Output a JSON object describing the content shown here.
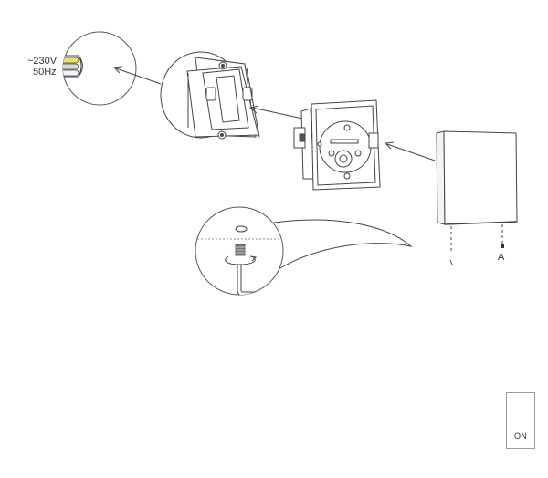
{
  "labels": {
    "voltage": "~230V",
    "frequency": "50Hz",
    "point_a": "A"
  },
  "status": {
    "icon": "lightning-bolt-icon",
    "state": "ON"
  }
}
